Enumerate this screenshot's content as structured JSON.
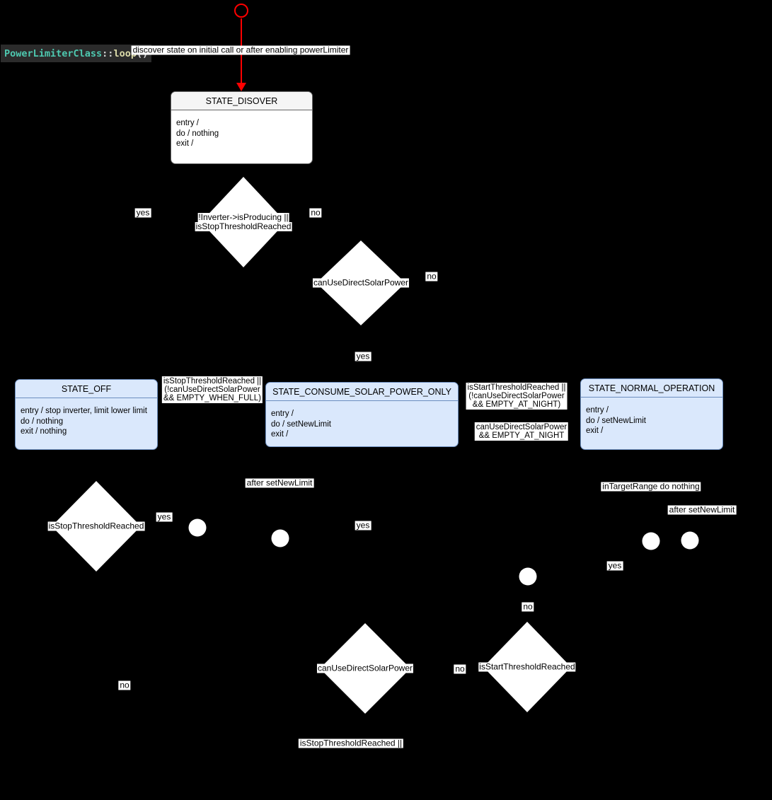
{
  "colors": {
    "background": "#000000",
    "accent_red": "#ff0000",
    "state_blue_fill": "#dae8fc",
    "state_blue_border": "#6c8ebf",
    "state_gray_fill": "#f5f5f5",
    "state_gray_border": "#666666",
    "code_bg": "#2b2b2b",
    "code_class_color": "#4ec9b0",
    "code_method_color": "#dcdcaa",
    "code_plain_color": "#d4d4d4"
  },
  "code_label": {
    "class_name": "PowerLimiterClass",
    "scope_operator": "::",
    "method_name": "loop",
    "parentheses": "()"
  },
  "states": {
    "discover": {
      "title": "STATE_DISOVER",
      "lines": [
        "entry /",
        "do / nothing",
        "exit /"
      ]
    },
    "off": {
      "title": "STATE_OFF",
      "lines": [
        "entry / stop inverter, limit lower limit",
        "do / nothing",
        "exit / nothing"
      ]
    },
    "consume": {
      "title": "STATE_CONSUME_SOLAR_POWER_ONLY",
      "lines": [
        "entry /",
        "do / setNewLimit",
        "exit /"
      ]
    },
    "normal": {
      "title": "STATE_NORMAL_OPERATION",
      "lines": [
        "entry /",
        "do / setNewLimit",
        "exit /"
      ]
    }
  },
  "decisions": {
    "producing_or_stop": {
      "lines": [
        "!Inverter->isProducing ||",
        "isStopThresholdReached"
      ]
    },
    "can_use_solar_top": {
      "lines": [
        "canUseDirectSolarPower"
      ]
    },
    "stop_threshold": {
      "lines": [
        "isStopThresholdReached"
      ]
    },
    "can_use_solar_bottom": {
      "lines": [
        "canUseDirectSolarPower"
      ]
    },
    "start_threshold": {
      "lines": [
        "isStartThresholdReached"
      ]
    }
  },
  "edge_labels": {
    "discover": "discover state on initial call or after enabling powerLimiter",
    "d1_yes": "yes",
    "d1_no": "no",
    "d2_no": "no",
    "d2_yes": "yes",
    "guard_stop_empty_when_full": {
      "lines": [
        "isStopThresholdReached ||",
        "(!canUseDirectSolarPower",
        "&& EMPTY_WHEN_FULL)"
      ]
    },
    "guard_start_empty_at_night": {
      "lines": [
        "isStartThresholdReached ||",
        "(!canUseDirectSolarPower",
        "&& EMPTY_AT_NIGHT)"
      ]
    },
    "guard_can_use_empty_at_night": {
      "lines": [
        "canUseDirectSolarPower",
        "&& EMPTY_AT_NIGHT"
      ]
    },
    "d3_yes": "yes",
    "after_set_new_limit_left": "after setNewLimit",
    "yes_mid": "yes",
    "no_junction_mid": "no",
    "in_target_range": "inTargetRange do nothing",
    "after_set_new_limit_right": "after setNewLimit",
    "yes_right": "yes",
    "no_between_diamonds": "no",
    "stop_threshold_bottom": "isStopThresholdReached ||",
    "no_left_bottom": "no"
  }
}
